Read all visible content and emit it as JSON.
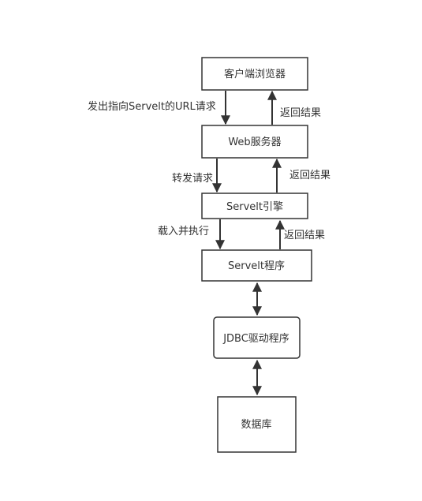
{
  "nodes": {
    "browser": "客户端浏览器",
    "web_server": "Web服务器",
    "servlet_engine": "Servelt引擎",
    "servlet_program": "Servelt程序",
    "jdbc_driver": "JDBC驱动程序",
    "database": "数据库"
  },
  "edges": {
    "request_url": "发出指向Servelt的URL请求",
    "return_result_1": "返回结果",
    "forward_request": "转发请求",
    "return_result_2": "返回结果",
    "load_execute": "载入并执行",
    "return_result_3": "返回结果"
  },
  "colors": {
    "stroke": "#333333",
    "text": "#333333",
    "background": "#ffffff"
  }
}
